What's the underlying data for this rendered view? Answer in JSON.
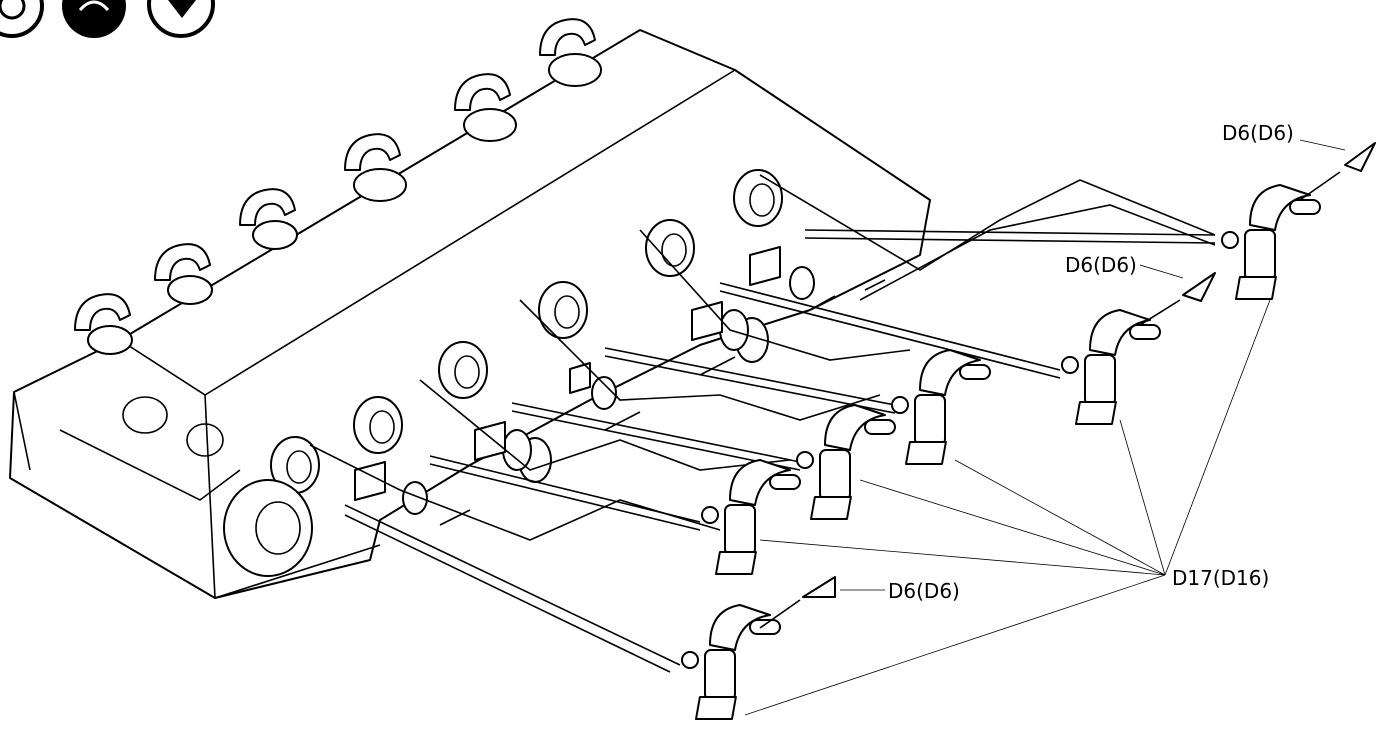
{
  "labels": {
    "top_right": "D6(D6)",
    "middle_right": "D6(D6)",
    "bottom": "D6(D6)",
    "hub": "D17(D16)"
  },
  "icons": [
    "gear-wheel-icon",
    "black-gear-icon",
    "diamond-arrow-icon"
  ]
}
